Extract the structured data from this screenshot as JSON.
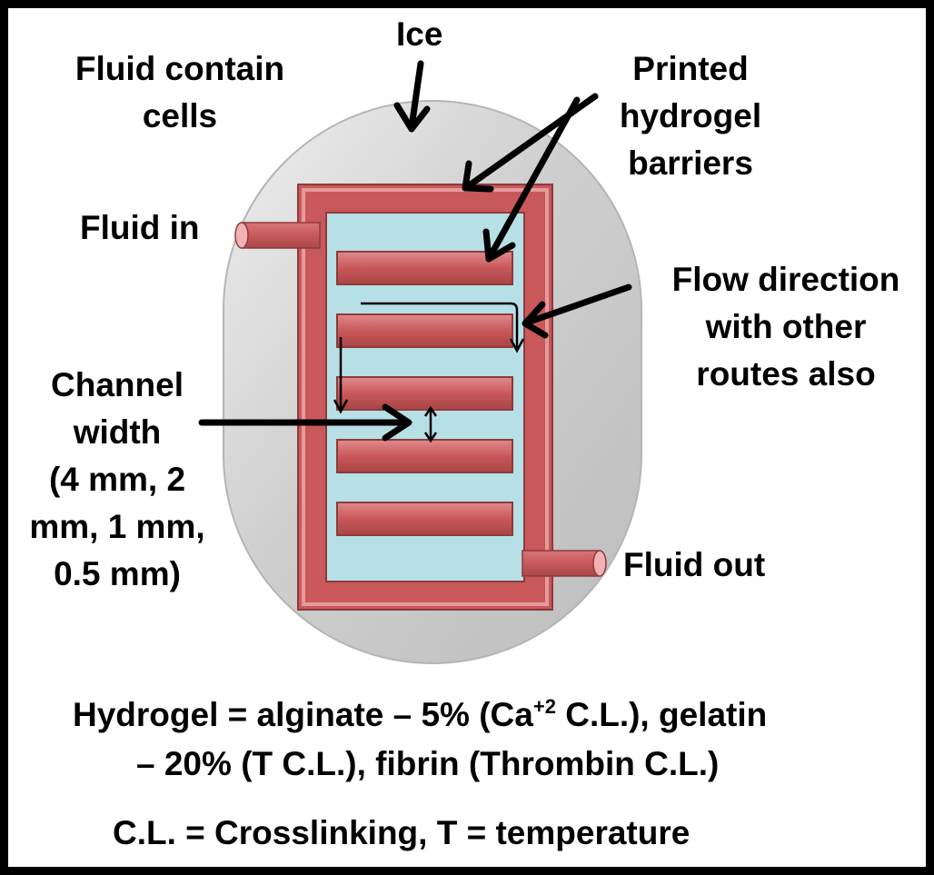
{
  "labels": {
    "ice": "Ice",
    "fluid_contain": [
      "Fluid contain",
      "cells"
    ],
    "printed": [
      "Printed",
      "hydrogel",
      "barriers"
    ],
    "fluid_in": "Fluid in",
    "flow": [
      "Flow direction",
      "with other",
      "routes also"
    ],
    "channel": [
      "Channel",
      "width",
      "(4 mm, 2",
      "mm, 1 mm,",
      "0.5 mm)"
    ],
    "fluid_out": "Fluid out"
  },
  "footer": {
    "line1_a": "Hydrogel = alginate – 5% (Ca",
    "line1_sup": "+2",
    "line1_b": " C.L.), gelatin",
    "line2": "– 20% (T C.L.), fibrin (Thrombin C.L.)",
    "line3": "C.L. = Crosslinking, T = temperature"
  },
  "colors": {
    "hydrogel": "#c9585a",
    "channel_fluid": "#b7dfe6",
    "ice": "#d4d4d4",
    "frame": "#000000"
  }
}
